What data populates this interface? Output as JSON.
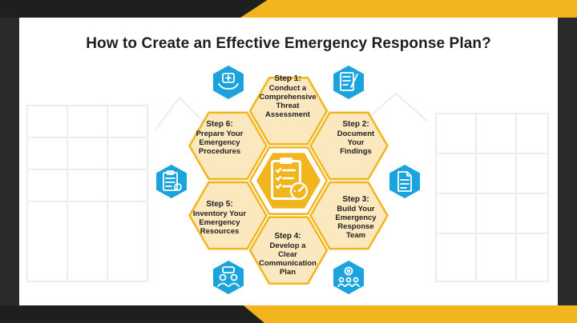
{
  "title": "How to Create an Effective Emergency Response Plan?",
  "colors": {
    "hex_fill": "#fbe8bf",
    "hex_border": "#f2b51d",
    "icon_blue": "#1aa3dc",
    "center_fill": "#f2b51d",
    "title_text": "#1e1e1e"
  },
  "steps": [
    {
      "step": "Step 1:",
      "text": "Conduct a Comprehensive Threat Assessment",
      "lines": [
        "Conduct a",
        "Comprehensive",
        "Threat",
        "Assessment"
      ],
      "icon": "checklist-pen-icon"
    },
    {
      "step": "Step 2:",
      "text": "Document Your Findings",
      "lines": [
        "Document",
        "Your",
        "Findings"
      ],
      "icon": "document-icon"
    },
    {
      "step": "Step 3:",
      "text": "Build Your Emergency Response Team",
      "lines": [
        "Build Your",
        "Emergency",
        "Response",
        "Team"
      ],
      "icon": "team-gear-icon"
    },
    {
      "step": "Step 4:",
      "text": "Develop a Clear Communication Plan",
      "lines": [
        "Develop a",
        "Clear",
        "Communication",
        "Plan"
      ],
      "icon": "communication-icon"
    },
    {
      "step": "Step 5:",
      "text": "Inventory Your Emergency Resources",
      "lines": [
        "Inventory Your",
        "Emergency",
        "Resources"
      ],
      "icon": "inventory-clipboard-icon"
    },
    {
      "step": "Step 6:",
      "text": "Prepare Your Emergency Procedures",
      "lines": [
        "Prepare Your",
        "Emergency",
        "Procedures"
      ],
      "icon": "hands-medical-icon"
    }
  ],
  "center_icon": "clipboard-checklist-icon"
}
